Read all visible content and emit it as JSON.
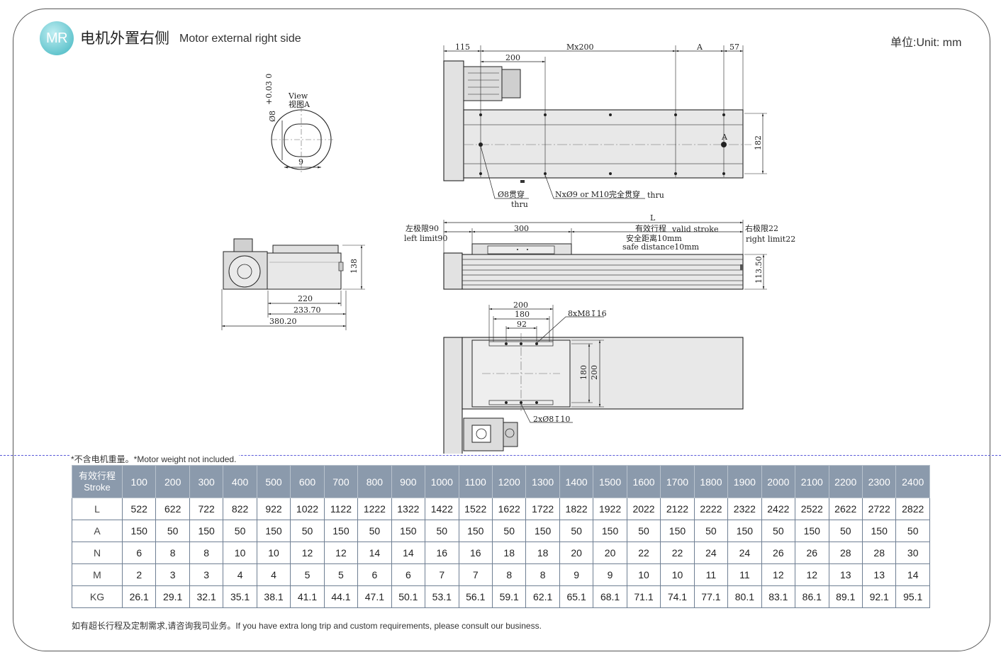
{
  "header": {
    "badge": "MR",
    "title_cn": "电机外置右侧",
    "title_en": "Motor external right side",
    "unit": "单位:Unit: mm"
  },
  "drawing": {
    "view_a": {
      "title_en": "View",
      "title_cn": "视图A",
      "phi": "Ø8",
      "tol": "+0.03 0",
      "dim_9": "9"
    },
    "top_view": {
      "dim_115": "115",
      "dim_mx200": "Mx200",
      "dim_a": "A",
      "dim_57": "57",
      "dim_200": "200",
      "dim_182": "182",
      "label_a": "A",
      "hole_phi8": "Ø8贯穿",
      "hole_phi8_en": "thru",
      "hole_nx": "NxØ9 or M10完全贯穿",
      "hole_nx_en": "thru"
    },
    "side_view": {
      "dim_l": "L",
      "dim_300": "300",
      "left_limit_cn": "左极限90",
      "left_limit_en": "left limit90",
      "valid_cn": "有效行程",
      "valid_en": "valid stroke",
      "safe_cn": "安全距离10mm",
      "safe_en": "safe distance10mm",
      "right_limit_cn": "右极限22",
      "right_limit_en": "right limit22",
      "dim_height": "113.50"
    },
    "end_view": {
      "dim_138": "138",
      "dim_220": "220",
      "dim_23370": "233.70",
      "dim_38020": "380.20"
    },
    "carriage_view": {
      "dim_200": "200",
      "dim_180": "180",
      "dim_92": "92",
      "holes_m8": "8xM8↧16",
      "dim_180v": "180",
      "dim_200v": "200",
      "holes_phi8": "2xØ8↧10"
    }
  },
  "note": "*不含电机重量。*Motor weight not included.",
  "table": {
    "header_cn": "有效行程",
    "header_en": "Stroke",
    "strokes": [
      "100",
      "200",
      "300",
      "400",
      "500",
      "600",
      "700",
      "800",
      "900",
      "1000",
      "1100",
      "1200",
      "1300",
      "1400",
      "1500",
      "1600",
      "1700",
      "1800",
      "1900",
      "2000",
      "2100",
      "2200",
      "2300",
      "2400"
    ],
    "rows": [
      {
        "label": "L",
        "values": [
          "522",
          "622",
          "722",
          "822",
          "922",
          "1022",
          "1122",
          "1222",
          "1322",
          "1422",
          "1522",
          "1622",
          "1722",
          "1822",
          "1922",
          "2022",
          "2122",
          "2222",
          "2322",
          "2422",
          "2522",
          "2622",
          "2722",
          "2822"
        ]
      },
      {
        "label": "A",
        "values": [
          "150",
          "50",
          "150",
          "50",
          "150",
          "50",
          "150",
          "50",
          "150",
          "50",
          "150",
          "50",
          "150",
          "50",
          "150",
          "50",
          "150",
          "50",
          "150",
          "50",
          "150",
          "50",
          "150",
          "50"
        ]
      },
      {
        "label": "N",
        "values": [
          "6",
          "8",
          "8",
          "10",
          "10",
          "12",
          "12",
          "14",
          "14",
          "16",
          "16",
          "18",
          "18",
          "20",
          "20",
          "22",
          "22",
          "24",
          "24",
          "26",
          "26",
          "28",
          "28",
          "30"
        ]
      },
      {
        "label": "M",
        "values": [
          "2",
          "3",
          "3",
          "4",
          "4",
          "5",
          "5",
          "6",
          "6",
          "7",
          "7",
          "8",
          "8",
          "9",
          "9",
          "10",
          "10",
          "11",
          "11",
          "12",
          "12",
          "13",
          "13",
          "14"
        ]
      },
      {
        "label": "KG",
        "values": [
          "26.1",
          "29.1",
          "32.1",
          "35.1",
          "38.1",
          "41.1",
          "44.1",
          "47.1",
          "50.1",
          "53.1",
          "56.1",
          "59.1",
          "62.1",
          "65.1",
          "68.1",
          "71.1",
          "74.1",
          "77.1",
          "80.1",
          "83.1",
          "86.1",
          "89.1",
          "92.1",
          "95.1"
        ]
      }
    ]
  },
  "footer": "如有超长行程及定制需求,请咨询我司业务。If you have extra long trip and custom requirements, please consult our business."
}
